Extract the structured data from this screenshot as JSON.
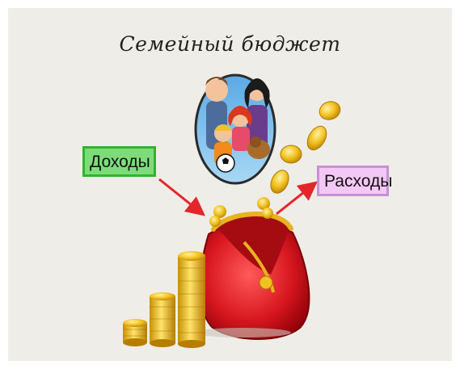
{
  "slide": {
    "title": "Семейный бюджет",
    "income_label": "Доходы",
    "expenses_label": "Расходы"
  },
  "colors": {
    "background": "#efede7",
    "income_fill": "#7ddc7a",
    "income_border": "#2fb52c",
    "expenses_fill": "#f4c8f4",
    "expenses_border": "#c890d6",
    "arrow": "#e4262a",
    "wallet": "#d8171f",
    "coin": "#f1b81c"
  },
  "icons": [
    "family-portrait-icon",
    "wallet-icon",
    "coin-stacks-icon",
    "falling-coins-icon",
    "arrow-in-icon",
    "arrow-out-icon"
  ]
}
